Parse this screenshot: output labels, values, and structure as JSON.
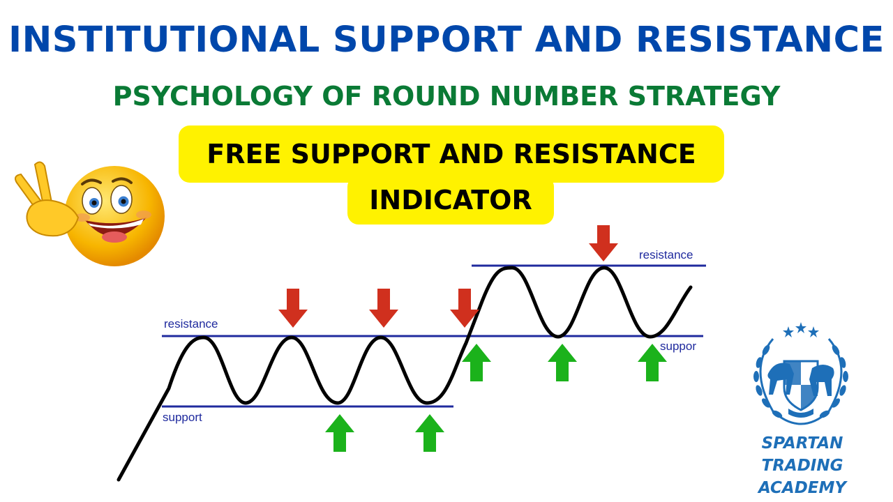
{
  "header": {
    "title": "INSTITUTIONAL SUPPORT AND RESISTANCE",
    "subtitle": "PSYCHOLOGY OF ROUND NUMBER STRATEGY",
    "banner_line1": "FREE SUPPORT AND RESISTANCE",
    "banner_line2": "INDICATOR"
  },
  "diagram": {
    "lower_range": {
      "resistance_label": "resistance",
      "support_label": "support"
    },
    "upper_range": {
      "resistance_label": "resistance",
      "support_label": "suppor"
    }
  },
  "logo": {
    "name_line1": "SPARTAN TRADING",
    "name_line2": "ACADEMY"
  },
  "icons": {
    "emoji": "peace-sign-smiley-icon",
    "down_arrow": "red-down-arrow-icon",
    "up_arrow": "green-up-arrow-icon",
    "logo": "laurel-bull-bear-shield-icon"
  },
  "colors": {
    "title": "#0047AB",
    "subtitle": "#0A7A35",
    "banner": "#FFF200",
    "lines": "#1F2A9E",
    "down_arrow": "#D0301E",
    "up_arrow": "#1BB21B",
    "logo": "#1E6FB8"
  }
}
